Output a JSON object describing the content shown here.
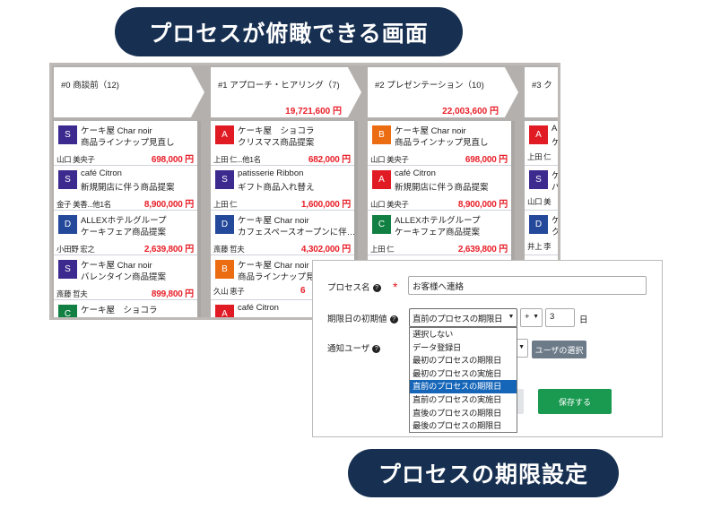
{
  "banner_top": "プロセスが俯瞰できる画面",
  "banner_bottom": "プロセスの期限設定",
  "colors": {
    "accent_red": "#e8202a",
    "banner": "#173052",
    "S": "#3d2a8f",
    "A": "#e01b24",
    "D": "#24489a",
    "B": "#ec6c12",
    "C": "#118042",
    "save": "#1a9a50"
  },
  "columns": [
    {
      "title": "#0 商談前（12)",
      "amount": "",
      "cards": [
        {
          "rank": "S",
          "l1": "ケーキ屋 Char noir",
          "l2": "商品ラインナップ見直し",
          "user": "山口 美央子",
          "amount": "698,000 円"
        },
        {
          "rank": "S",
          "l1": "café Citron",
          "l2": "新規開店に伴う商品提案",
          "user": "金子 美香...他1名",
          "amount": "8,900,000 円"
        },
        {
          "rank": "D",
          "l1": "ALLEXホテルグループ",
          "l2": "ケーキフェア商品提案",
          "user": "小田野 宏之",
          "amount": "2,639,800 円"
        },
        {
          "rank": "S",
          "l1": "ケーキ屋 Char noir",
          "l2": "バレンタイン商品提案",
          "user": "斎藤 哲夫",
          "amount": "899,800 円"
        },
        {
          "rank": "C",
          "l1": "ケーキ屋　ショコラ",
          "l2": "",
          "user": "",
          "amount": ""
        }
      ]
    },
    {
      "title": "#1 アプローチ・ヒアリング（7)",
      "amount": "19,721,600 円",
      "cards": [
        {
          "rank": "A",
          "l1": "ケーキ屋　ショコラ",
          "l2": "クリスマス商品提案",
          "user": "上田 仁...他1名",
          "amount": "682,000 円"
        },
        {
          "rank": "S",
          "l1": "patisserie Ribbon",
          "l2": "ギフト商品入れ替え",
          "user": "上田 仁",
          "amount": "1,600,000 円"
        },
        {
          "rank": "D",
          "l1": "ケーキ屋 Char noir",
          "l2": "カフェスペースオープンに伴…",
          "user": "斎藤 哲夫",
          "amount": "4,302,000 円"
        },
        {
          "rank": "B",
          "l1": "ケーキ屋 Char noir",
          "l2": "商品ラインナップ見",
          "user": "久山 恵子",
          "amount": "6"
        },
        {
          "rank": "A",
          "l1": "café Citron",
          "l2": "",
          "user": "",
          "amount": ""
        }
      ]
    },
    {
      "title": "#2 プレゼンテーション（10)",
      "amount": "22,003,600 円",
      "cards": [
        {
          "rank": "B",
          "l1": "ケーキ屋 Char noir",
          "l2": "商品ラインナップ見直し",
          "user": "山口 美央子",
          "amount": "698,000 円"
        },
        {
          "rank": "A",
          "l1": "café Citron",
          "l2": "新規開店に伴う商品提案",
          "user": "山口 美央子",
          "amount": "8,900,000 円"
        },
        {
          "rank": "C",
          "l1": "ALLEXホテルグループ",
          "l2": "ケーキフェア商品提案",
          "user": "上田 仁",
          "amount": "2,639,800 円"
        }
      ]
    },
    {
      "title": "#3 ク",
      "amount": "",
      "cards": [
        {
          "rank": "A",
          "l1": "Al",
          "l2": "ケ",
          "user": "上田 仁",
          "amount": ""
        },
        {
          "rank": "S",
          "l1": "ケ",
          "l2": "バ",
          "user": "山口 美",
          "amount": ""
        },
        {
          "rank": "D",
          "l1": "ケ",
          "l2": "ク",
          "user": "井上 李",
          "amount": ""
        }
      ]
    }
  ],
  "dialog": {
    "process_name_label": "プロセス名",
    "required_mark": "*",
    "process_name_value": "お客様へ連絡",
    "due_label": "期限日の初期値",
    "due_select": "直前のプロセスの期限日",
    "sign_select": "+",
    "days_value": "3",
    "days_unit": "日",
    "notify_label": "通知ユーザ",
    "select_user_button": "ユーザの選択",
    "save_button": "保存する",
    "help": "?",
    "options": [
      "選択しない",
      "データ登録日",
      "最初のプロセスの期限日",
      "最初のプロセスの実施日",
      "直前のプロセスの期限日",
      "直前のプロセスの実施日",
      "直後のプロセスの期限日",
      "最後のプロセスの期限日"
    ],
    "selected_option_index": 4
  }
}
